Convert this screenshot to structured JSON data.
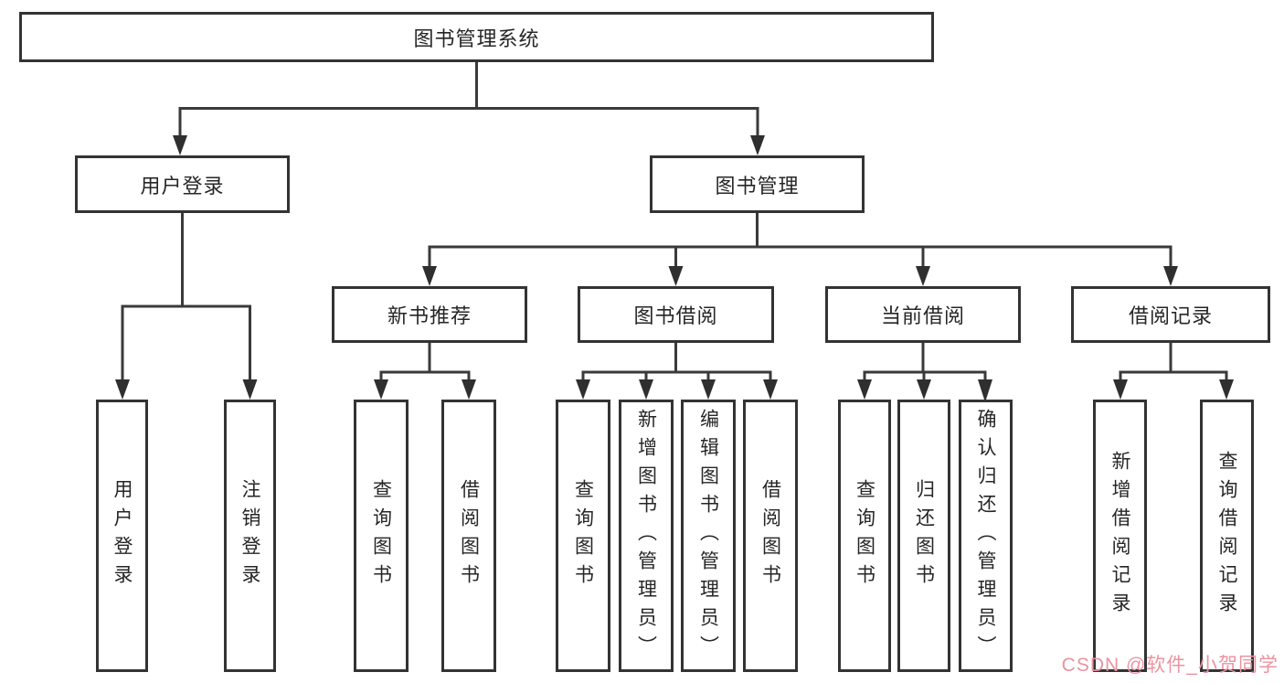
{
  "tree": {
    "root": {
      "label": "图书管理系统",
      "children": [
        {
          "label": "用户登录",
          "children": [
            {
              "label": "用户登录"
            },
            {
              "label": "注销登录"
            }
          ]
        },
        {
          "label": "图书管理",
          "children": [
            {
              "label": "新书推荐",
              "children": [
                {
                  "label": "查询图书"
                },
                {
                  "label": "借阅图书"
                }
              ]
            },
            {
              "label": "图书借阅",
              "children": [
                {
                  "label": "查询图书"
                },
                {
                  "label": "新增图书（管理员）"
                },
                {
                  "label": "编辑图书（管理员）"
                },
                {
                  "label": "借阅图书"
                }
              ]
            },
            {
              "label": "当前借阅",
              "children": [
                {
                  "label": "查询图书"
                },
                {
                  "label": "归还图书"
                },
                {
                  "label": "确认归还（管理员）"
                }
              ]
            },
            {
              "label": "借阅记录",
              "children": [
                {
                  "label": "新增借阅记录"
                },
                {
                  "label": "查询借阅记录"
                }
              ]
            }
          ]
        }
      ]
    }
  },
  "watermark": {
    "text": "CSDN @软件_小贺同学",
    "color": "#ec93a0"
  },
  "colors": {
    "line": "#3a3a3a",
    "arrow": "#2f2f2f",
    "box_border": "#333333",
    "text": "#262626",
    "background": "#ffffff"
  }
}
